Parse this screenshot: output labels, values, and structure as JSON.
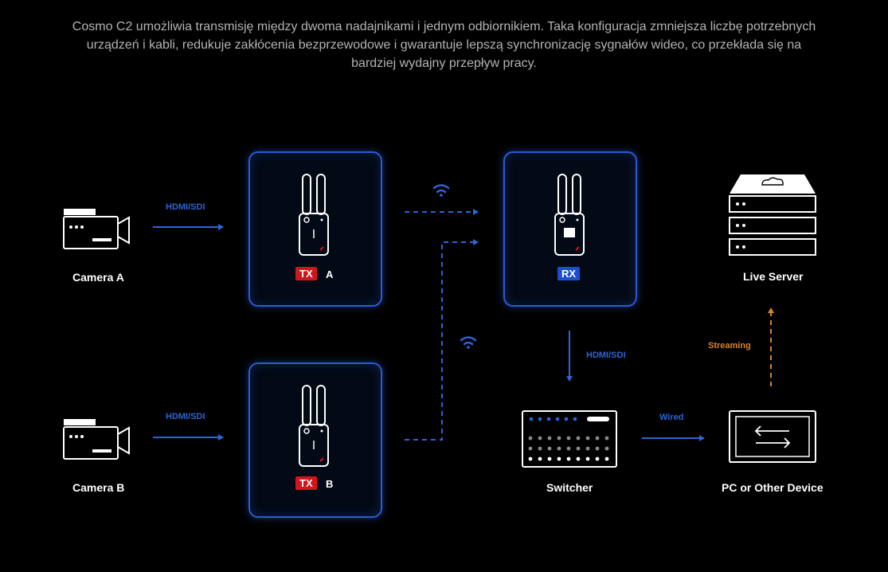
{
  "intro_text": "Cosmo C2 umożliwia transmisję między dwoma nadajnikami i jednym odbiornikiem. Taka konfiguracja zmniejsza liczbę potrzebnych urządzeń i kabli, redukuje zakłócenia bezprzewodowe i gwarantuje lepszą synchronizację sygnałów wideo, co przekłada się na bardziej wydajny przepływ pracy.",
  "nodes": {
    "camera_a": "Camera A",
    "camera_b": "Camera B",
    "tx_a": {
      "badge": "TX",
      "letter": "A"
    },
    "tx_b": {
      "badge": "TX",
      "letter": "B"
    },
    "rx": {
      "badge": "RX"
    },
    "live_server": "Live Server",
    "switcher": "Switcher",
    "pc": "PC or Other Device"
  },
  "connections": {
    "camera_a_to_tx_a": "HDMI/SDI",
    "camera_b_to_tx_b": "HDMI/SDI",
    "rx_to_switcher": "HDMI/SDI",
    "switcher_to_pc": "Wired",
    "pc_to_server": "Streaming"
  },
  "colors": {
    "accent_blue": "#2a5bd4",
    "tx_red": "#d4141c",
    "rx_blue": "#1b4fd0",
    "streaming_orange": "#d9822b"
  }
}
